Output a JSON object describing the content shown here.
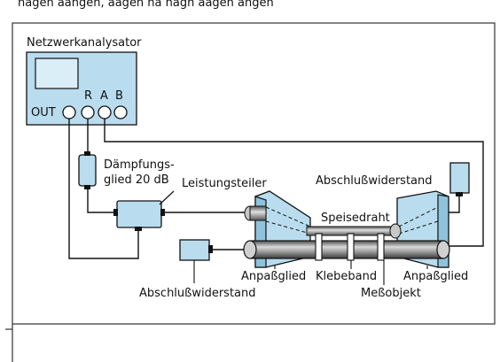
{
  "top_caption": "nagen aangen, aagen na  nagn aagen angen",
  "labels": {
    "analyzer": "Netzwerkanalysator",
    "port_out": "OUT",
    "port_r": "R",
    "port_a": "A",
    "port_b": "B",
    "attenuator_line1": "Dämpfungs-",
    "attenuator_line2": "glied 20 dB",
    "power_divider": "Leistungsteiler",
    "termination_right": "Abschlußwiderstand",
    "feed_wire": "Speisedraht",
    "termination_left": "Abschlußwiderstand",
    "adapter_left": "Anpaßglied",
    "tape": "Klebeband",
    "adapter_right": "Anpaßglied",
    "dut": "Meßobjekt"
  },
  "colors": {
    "component_fill": "#b9dcee",
    "screen_fill": "#daeef8",
    "line": "#111111"
  }
}
